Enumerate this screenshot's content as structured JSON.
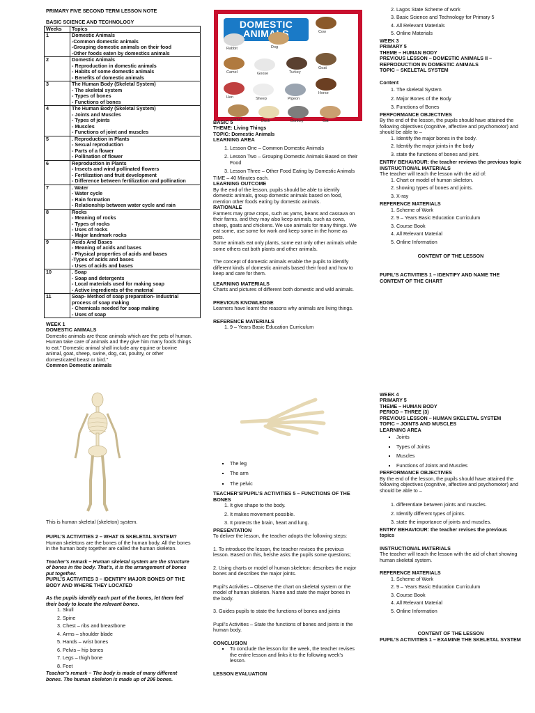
{
  "doc_title": "PRIMARY FIVE SECOND TERM LESSON NOTE",
  "subject": "BASIC SCIENCE AND TECHNOLOGY",
  "table": {
    "headers": [
      "Weeks",
      "Topics"
    ],
    "rows": [
      {
        "week": "1",
        "lines": [
          "Domestic Animals",
          "-Common domestic animals",
          "-Grouping domestic animals on their food",
          "-Other foods eaten by domestics animals"
        ]
      },
      {
        "week": "2",
        "lines": [
          "Domestic Animals",
          "- Reproduction in domestic animals",
          "- Habits of some domestic animals",
          "- Benefits of domestic animals"
        ]
      },
      {
        "week": "3",
        "lines": [
          "The Human Body (Skeletal System)",
          "- The skeletal system",
          "- Types of bones",
          "- Functions of bones"
        ]
      },
      {
        "week": "4",
        "lines": [
          "The Human Body (Skeletal System)",
          "- Joints and Muscles",
          "- Types of joints",
          "- Muscles",
          "- Functions of joint and muscles"
        ]
      },
      {
        "week": "5",
        "lines": [
          ". Reproduction in Plants",
          "- Sexual reproduction",
          "- Parts of a flower",
          "- Pollination of flower"
        ]
      },
      {
        "week": "6",
        "lines": [
          "Reproduction in Plants",
          "- Insects and wind pollinated flowers",
          "- Fertilization and fruit development",
          "- Difference between fertilization and pollination"
        ]
      },
      {
        "week": "7",
        "lines": [
          ". Water",
          "- Water cycle",
          "- Rain formation",
          "- Relationship between water cycle and rain"
        ]
      },
      {
        "week": "8",
        "lines": [
          "Rocks",
          "- Meaning of rocks",
          "- Types of rocks",
          "- Uses of rocks",
          "- Major landmark rocks"
        ]
      },
      {
        "week": "9",
        "lines": [
          "Acids And Bases",
          "- Meaning of acids and bases",
          "- Physical properties of acids and bases",
          "-Types of acids and bases",
          "- Uses of acids and bases"
        ]
      },
      {
        "week": "10",
        "lines": [
          ". Soap",
          "- Soap and detergents",
          "- Local materials used for making soap",
          "- Active ingredients of the material"
        ]
      },
      {
        "week": "11",
        "lines": [
          "Soap- Method of soap preparation- Industrial process of soap making",
          "- Chemicals needed for soap making",
          "- Uses of soap"
        ]
      }
    ]
  },
  "week1": {
    "heading": "WEEK 1",
    "topic": "DOMESTIC ANIMALS",
    "text": "Domestic animals are those animals which are the pets of human. Human take care of animals and they give him many foods things to eat.\" Domestic animal shall include any equine or bovine animal, goat, sheep, swine, dog, cat, poultry, or other domesticated beast or bird.\"",
    "subheading": "Common Domestic animals"
  },
  "poster": {
    "title": "DOMESTIC ANIMALS",
    "labels": [
      "Cow",
      "Rabbit",
      "Dog",
      "Camel",
      "Goose",
      "Turkey",
      "Goat",
      "Hen",
      "Sheep",
      "Pigeon",
      "Horse",
      "Camel",
      "Duck",
      "Donkey",
      "Cat"
    ]
  },
  "mid_top": {
    "basic": "BASIC 5",
    "theme": "THEME: Living Things",
    "topic": "TOPIC: Domestic Animals",
    "learning_area_head": "LEARNING AREA",
    "learning_area": [
      "Lesson One – Common Domestic Animals",
      "Lesson Two – Grouping Domestic Animals Based on their Food",
      "Lesson Three – Other Food Eating by Domestic Animals"
    ],
    "time": "TIME – 40 Minutes each.",
    "outcome_head": "LEARNING OUTCOME",
    "outcome": "By the end of the lesson, pupils should be able to identify domestic animals, group domestic animals based on food, mention other foods eating by domestic animals.",
    "rationale_head": "RATIONALE",
    "rationale1": "Farmers may grow crops, such as yams, beans and cassava on their farms, and they may also keep animals, such as cows, sheep, goats and chickens. We use animals for many things. We eat some, use some for work and keep some in the home as pets.",
    "rationale2": "Some animals eat only plants, some eat only other animals while some others eat both plants and other animals.",
    "rationale3": "The concept of domestic animals enable the pupils to identify different kinds of domestic animals based their food and how to keep and care for them.",
    "materials_head": "LEARNING MATERIALS",
    "materials": "Charts and pictures of different both domestic and wild animals.",
    "prev_head": "PREVIOUS KNOWLEDGE",
    "prev": "Learners have learnt the reasons why animals are living things.",
    "ref_head": "REFERENCE MATERIALS",
    "ref": [
      "9 – Years Basic Education Curriculum"
    ]
  },
  "right_top": {
    "refs_cont": [
      "Lagos State Scheme of work",
      "Basic Science and Technology for Primary 5",
      "All Relevant Materials",
      "Online Materials"
    ],
    "week3": "WEEK 3",
    "primary": "PRIMARY 5",
    "theme": "THEME – HUMAN BODY",
    "prev_lesson": "PREVIOUS LESSON – DOMESTIC ANIMALS II – REPRODUCTION IN DOMESTIC ANIMALS",
    "topic": "TOPIC – SKELETAL SYSTEM",
    "content_head": "Content",
    "content": [
      "The skeletal System",
      "Major Bones of the Body",
      "Functions of Bones"
    ],
    "perf_head": "PERFORMANCE OBJECTIVES",
    "perf": "By the end of the lesson, the pupils should have attained the following objectives (cognitive, affective and psychomotor) and should be able to –",
    "perf_items": [
      "Identify the major bones in the body.",
      "Identify the major joints in the body",
      "state the functions of bones and joint."
    ],
    "entry": "ENTRY BEHAVIOUR: the teacher reviews the previous topic",
    "instr_head": "INSTRUCTIONAL MATERIALS",
    "instr": "The teacher will teach the lesson with the aid of:",
    "instr_items": [
      "Chart or model of human skeleton.",
      "showing types of bones and joints.",
      "X-ray"
    ],
    "ref_head": "REFERENCE MATERIALS",
    "ref_items": [
      "Scheme of Work",
      "9 – Years Basic Education Curriculum",
      "Course Book",
      "All Relevant Material",
      "Online Information"
    ],
    "content_lesson": "CONTENT OF THE LESSON",
    "activities1": "PUPIL’S ACTIVITIES 1 – IDENTIFY AND NAME THE CONTENT OF THE CHART"
  },
  "left_bottom": {
    "caption": "This is human skeletal (skeleton) system.",
    "act2_head": "PUPIL’S ACTIVITIES 2 – WHAT IS SKELETAL SYSTEM?",
    "act2": "Human skeletons are the bones of the human body. All the bones in the human body together are called the human skeleton.",
    "remark1": "Teacher’s remark – Human skeletal system are the structure of bones in the body. That’s, it is the arrangement of bones put together.",
    "act3_head": "PUPIL’S ACTIVITIES 3 – IDENTIFY MAJOR BONES OF THE BODY AND WHERE THEY LOCATED",
    "act3_intro": "As the pupils identify each part of the bones, let them feel their body to locate the relevant bones.",
    "bones": [
      "Skull",
      "Spine",
      "Chest – ribs and breastbone",
      "Arms – shoulder blade",
      "Hands – wrist bones",
      "Pelvis – hip bones",
      "Legs – thigh bone",
      "Feet"
    ],
    "remark2": "Teacher’s remark – The body is made of many different bones. The human skeleton is made up of 206 bones."
  },
  "mid_bottom": {
    "bullets": [
      "The leg",
      "The arm",
      "The pelvic"
    ],
    "act5_head": "TEACHER’S/PUPIL’S ACTIVITIES 5 – FUNCTIONS OF THE BONES",
    "funcs": [
      "It give shape to the body.",
      "It makes movement possible.",
      "It protects the brain, heart and lung."
    ],
    "pres_head": "PRESENTATION",
    "pres": "To deliver the lesson, the teacher adopts the following steps:",
    "step1": "1. To introduce the lesson, the teacher revises the previous lesson. Based on this, he/she asks the pupils some questions;",
    "step2": "2. Using charts or model of human skeleton: describes the major bones and describes the major joints.",
    "pupil1": "Pupil’s Activities – Observe the chart on skeletal system or the model of human skeleton. Name and state the major bones in the body.",
    "step3": "3. Guides pupils to state the functions of bones and joints",
    "pupil2": "Pupil’s Activities – State the functions of bones and joints in the human body.",
    "concl_head": "CONCLUSION",
    "concl": "To conclude the lesson for the week, the teacher revises the entire lesson and links it to the following week’s lesson.",
    "eval_head": "LESSON EVALUATION"
  },
  "right_bottom": {
    "week4": "WEEK 4",
    "primary": "PRIMARY 5",
    "theme": "THEME – HUMAN BODY",
    "period": "PERIOD – THREE (3)",
    "prev_lesson": "PREVIOUS LESSON – HUMAN SKELETAL SYSTEM",
    "topic": "TOPIC – JOINTS AND MUSCLES",
    "learning_area_head": "LEARNING AREA",
    "learning_area": [
      "Joints",
      "Types of Joints",
      "Muscles",
      "Functions of Joints and Muscles"
    ],
    "perf_head": "PERFORMANCE OBJECTIVES",
    "perf": "By the end of the lesson, the pupils should have attained the following objectives (cognitive, affective and psychomotor) and should be able to –",
    "perf_items": [
      "differentiate between joints and muscles.",
      "Identify different types of joints.",
      "state the importance of joints and muscles."
    ],
    "entry": "ENTRY BEHAVIOUR: the teacher revises the previous topics",
    "instr_head": "INSTRUCTIONAL MATERIALS",
    "instr": "The teacher will teach the lesson with the aid of chart showing human skeletal system.",
    "ref_head": "REFERENCE MATERIALS",
    "ref_items": [
      "Scheme of Work",
      "9 – Years Basic Education Curriculum",
      "Course Book",
      "All Relevant Material",
      "Online Information"
    ],
    "content_lesson": "CONTENT OF THE LESSON",
    "activities1": "PUPIL’S ACTIVITIES 1 – EXAMINE THE SKELETAL SYSTEM"
  }
}
